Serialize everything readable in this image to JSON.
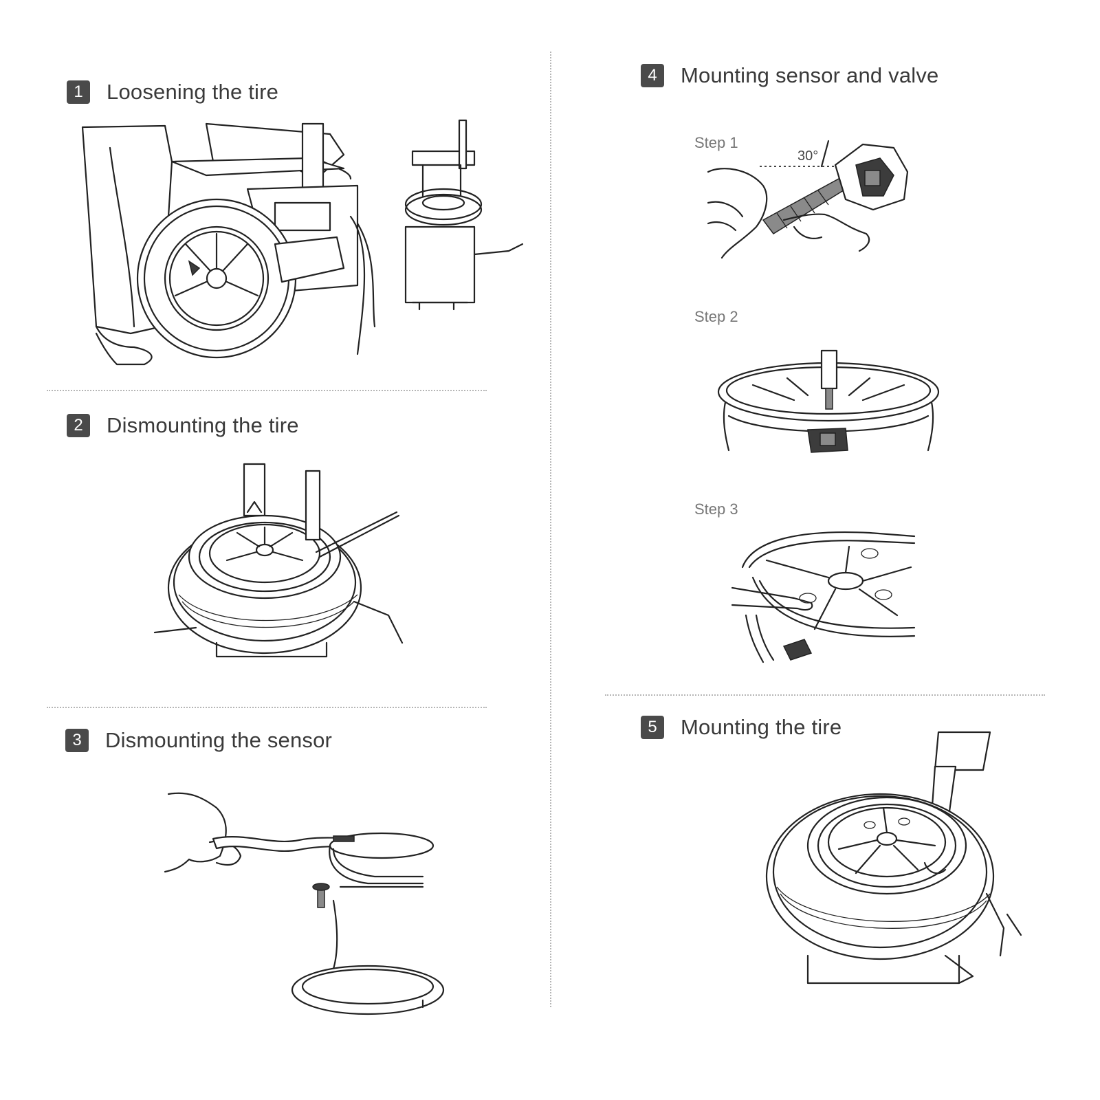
{
  "sections": [
    {
      "number": "1",
      "title": "Loosening the tire"
    },
    {
      "number": "2",
      "title": "Dismounting the tire"
    },
    {
      "number": "3",
      "title": "Dismounting the sensor"
    },
    {
      "number": "4",
      "title": "Mounting sensor and valve",
      "steps": [
        "Step 1",
        "Step 2",
        "Step 3"
      ],
      "angle_label": "30°"
    },
    {
      "number": "5",
      "title": "Mounting the tire"
    }
  ],
  "colors": {
    "badge": "#4a4a4a",
    "text": "#3a3a3a",
    "step_text": "#777777",
    "divider": "#b5b5b5"
  },
  "icons": [
    "tire-changer-illustration",
    "tire-lever-illustration",
    "sensor-removal-illustration",
    "sensor-valve-illustration",
    "tire-mounting-illustration"
  ]
}
